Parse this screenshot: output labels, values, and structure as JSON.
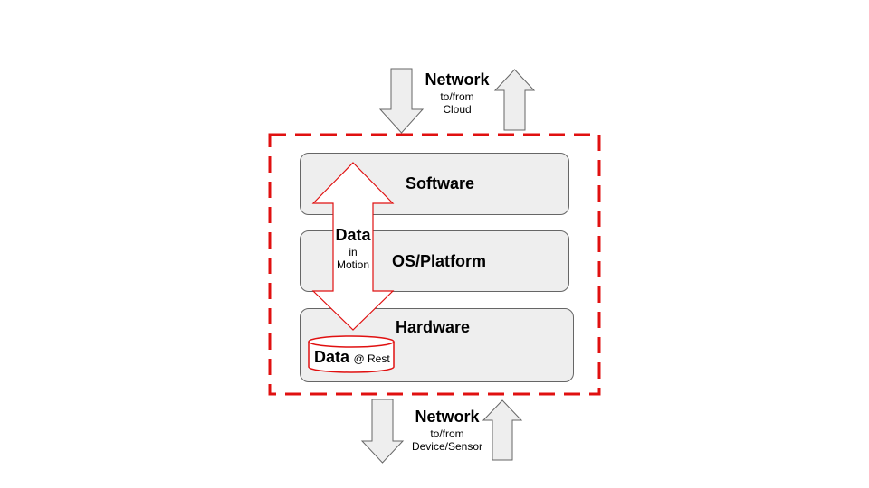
{
  "diagram": {
    "network_top": {
      "title": "Network",
      "line1": "to/from",
      "line2": "Cloud"
    },
    "network_bottom": {
      "title": "Network",
      "line1": "to/from",
      "line2": "Device/Sensor"
    },
    "layers": {
      "software": "Software",
      "os_platform": "OS/Platform",
      "hardware": "Hardware"
    },
    "data_in_motion": {
      "title": "Data",
      "line1": "in",
      "line2": "Motion"
    },
    "data_at_rest": {
      "title": "Data",
      "suffix": "@ Rest"
    },
    "colors": {
      "boundary": "#e01010",
      "layer_fill": "#eeeeee",
      "layer_border": "#666666",
      "arrow_fill": "#eeeeee",
      "arrow_border": "#666666",
      "data_accent": "#e01010"
    }
  }
}
